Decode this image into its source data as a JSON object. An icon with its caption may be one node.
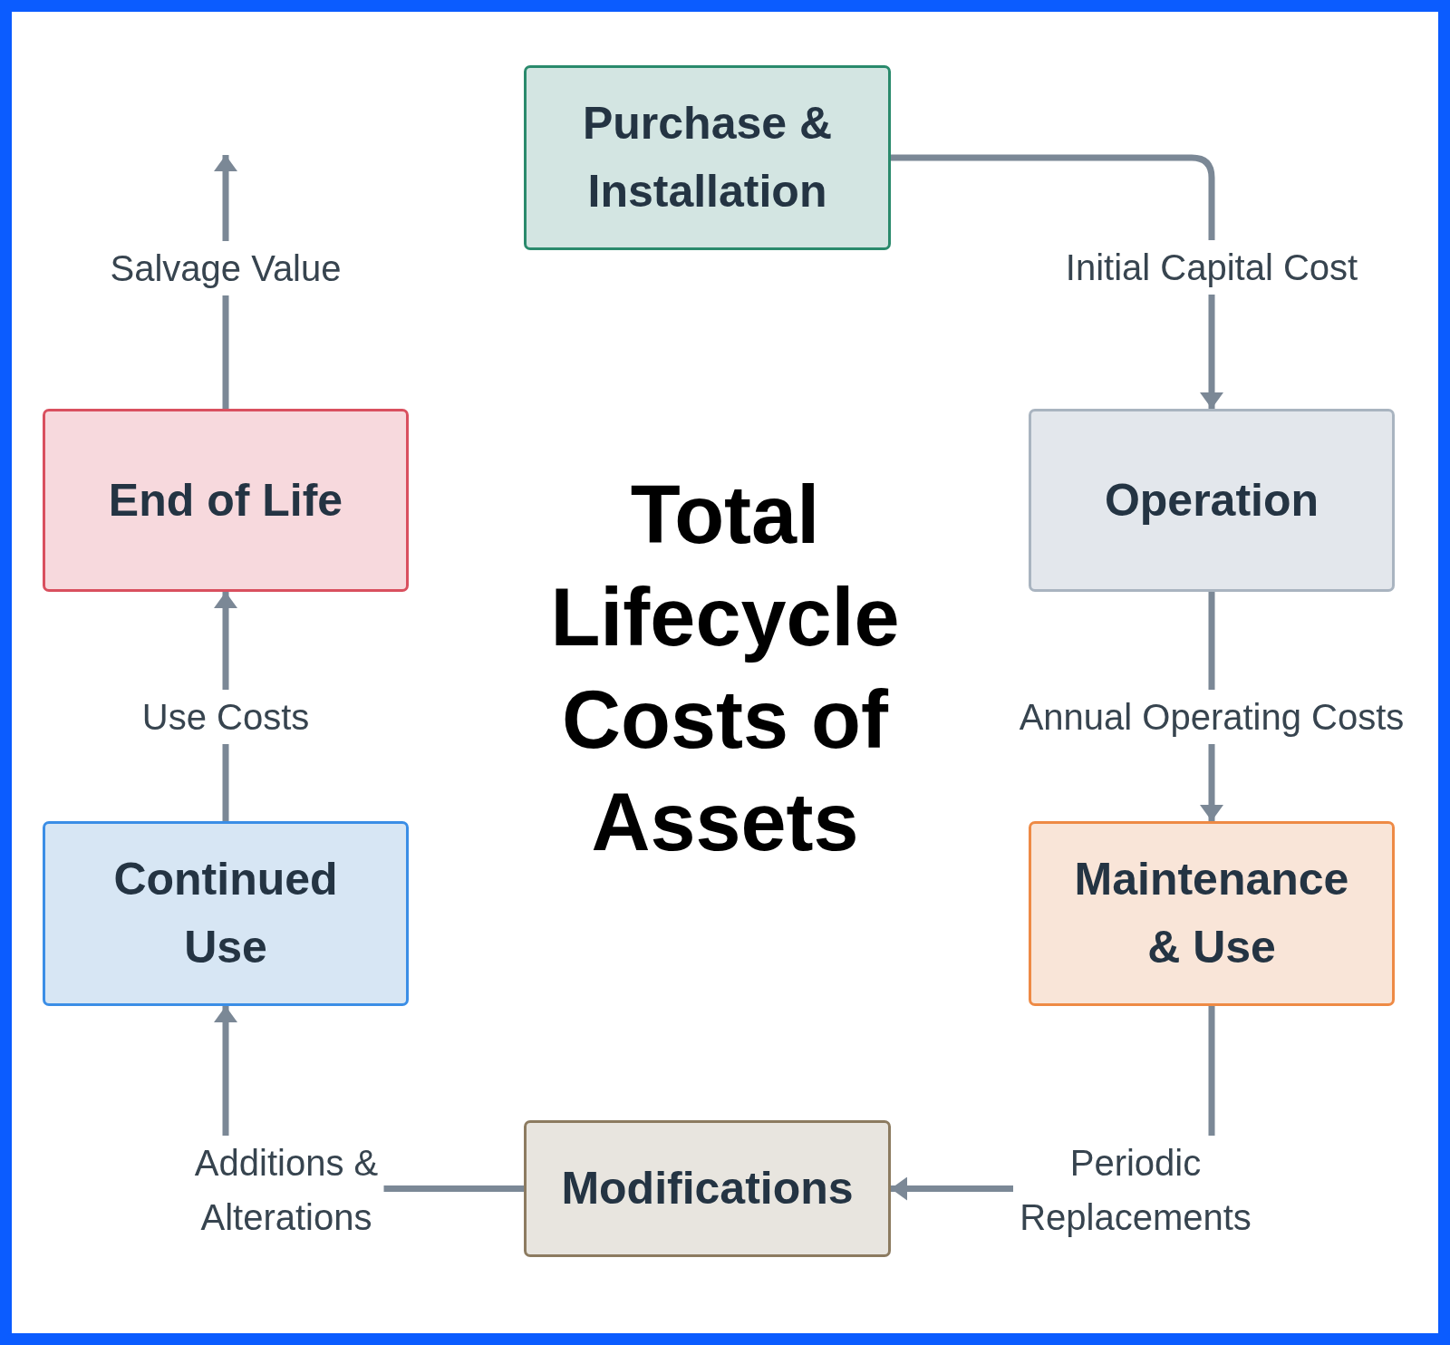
{
  "diagram": {
    "title": "Total Lifecycle Costs of Assets",
    "nodes": [
      {
        "text": [
          "Purchase & Installation"
        ]
      },
      {
        "text": [
          "Operation"
        ]
      },
      {
        "text": [
          "Maintenance & Use"
        ]
      },
      {
        "text": [
          "Modifications"
        ]
      },
      {
        "text": [
          "Continued Use"
        ]
      },
      {
        "text": [
          "End of Life"
        ]
      }
    ],
    "edges": [
      {
        "from": 0,
        "to": 1,
        "arrow": "to",
        "label": "Initial Capital Cost"
      },
      {
        "from": 1,
        "to": 2,
        "arrow": "to",
        "label": "Annual Operating Costs"
      },
      {
        "from": 2,
        "to": 3,
        "arrow": "to",
        "label": "Periodic Replacements"
      },
      {
        "from": 3,
        "to": 4,
        "arrow": "to",
        "label": "Additions & Alterations"
      },
      {
        "from": 4,
        "to": 5,
        "arrow": "to",
        "label": "Use Costs"
      },
      {
        "from": 5,
        "to": null,
        "arrow": "to",
        "label": "Salvage Value"
      }
    ]
  }
}
